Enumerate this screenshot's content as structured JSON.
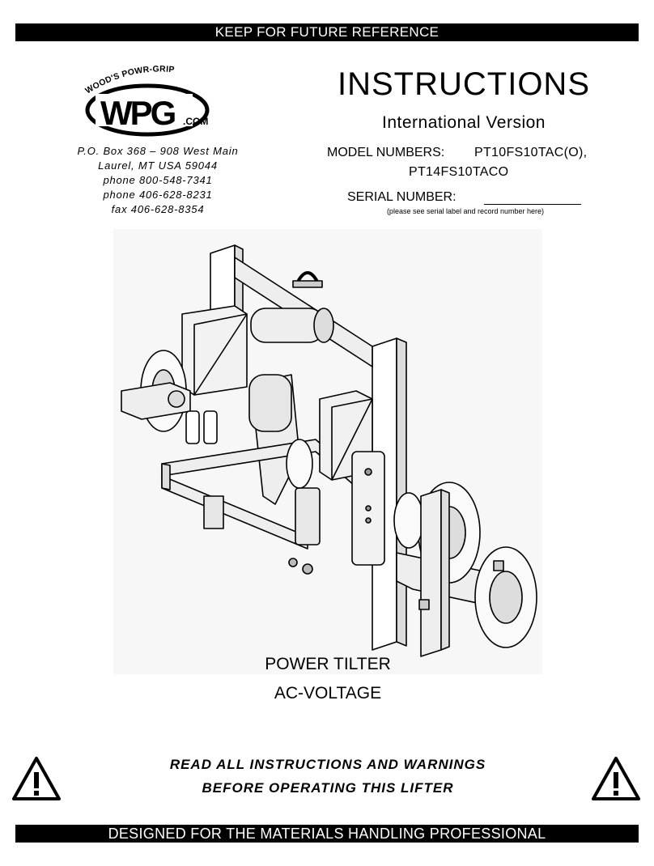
{
  "header_banner": "KEEP FOR FUTURE REFERENCE",
  "footer_banner": "DESIGNED FOR THE MATERIALS HANDLING PROFESSIONAL",
  "logo": {
    "arc_text": "WOOD'S POWR-GRIP",
    "letters": "WPG",
    "suffix": ".COM"
  },
  "address": [
    "P.O. Box 368 – 908 West Main",
    "Laurel, MT USA 59044",
    "phone 800-548-7341",
    "phone 406-628-8231",
    "fax 406-628-8354"
  ],
  "title": "INSTRUCTIONS",
  "subtitle": "International Version",
  "model": {
    "label": "MODEL NUMBERS:",
    "numbers": [
      "PT10FS10TAC(O),",
      "PT14FS10TACO"
    ]
  },
  "serial": {
    "label": "SERIAL NUMBER:",
    "note": "(please see serial label and record number here)"
  },
  "product": [
    "POWER TILTER",
    "AC-VOLTAGE"
  ],
  "warning": [
    "READ ALL INSTRUCTIONS AND WARNINGS",
    "BEFORE OPERATING THIS LIFTER"
  ],
  "icons": {
    "warning": "warning-triangle-icon"
  }
}
